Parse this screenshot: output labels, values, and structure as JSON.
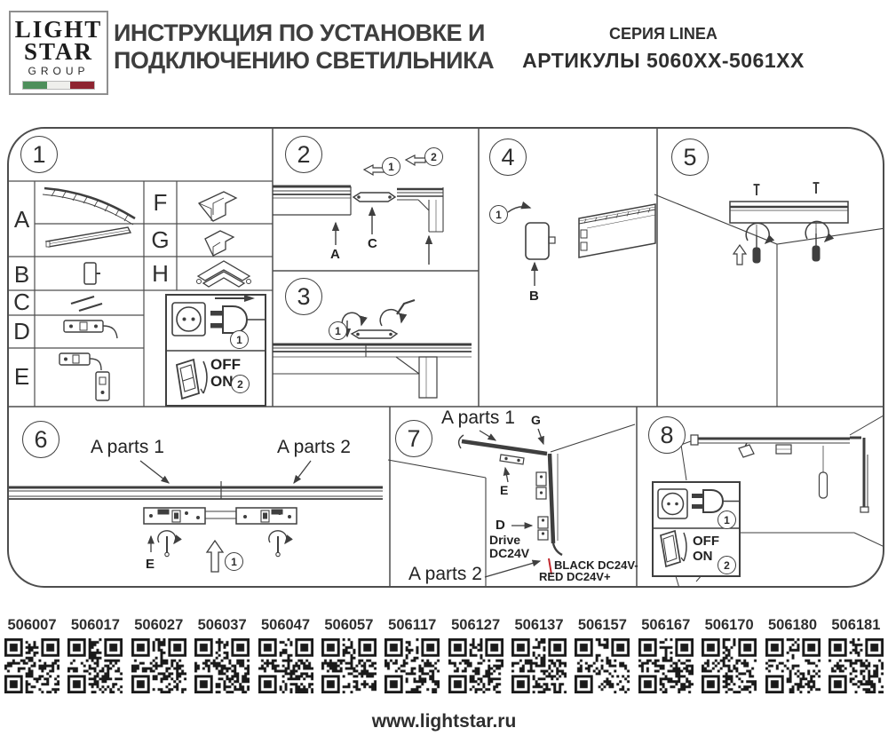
{
  "header": {
    "logo": {
      "word1": "LIGHT",
      "word2": "STAR",
      "word3": "GROUP"
    },
    "title_line1": "ИНСТРУКЦИЯ ПО УСТАНОВКЕ И",
    "title_line2": "ПОДКЛЮЧЕНИЮ СВЕТИЛЬНИКА",
    "series": "СЕРИЯ LINEA",
    "articles": "АРТИКУЛЫ 5060XX-5061XX"
  },
  "colors": {
    "ink": "#3f3f3f",
    "wire_red": "#c1272d",
    "flag_green": "#4e8f5b",
    "flag_white": "#efefec",
    "flag_red": "#8e2430"
  },
  "steps": {
    "p1": "1",
    "p2": "2",
    "p3": "3",
    "p4": "4",
    "p5": "5",
    "p6": "6",
    "p7": "7",
    "p8": "8"
  },
  "parts": {
    "a": "A",
    "b": "B",
    "c": "C",
    "d": "D",
    "e": "E",
    "f": "F",
    "g": "G",
    "h": "H"
  },
  "power_box": {
    "plug_step": "1",
    "switch_step": "2",
    "off": "OFF",
    "on": "ON"
  },
  "panel2": {
    "step1": "1",
    "step2": "2",
    "label_a": "A",
    "label_c": "C"
  },
  "panel3": {
    "step1": "1"
  },
  "panel4": {
    "step1": "1",
    "label_b": "B"
  },
  "panel6": {
    "a_parts_1": "A parts 1",
    "a_parts_2": "A parts 2",
    "label_e": "E",
    "step1": "1"
  },
  "panel7": {
    "a_parts_1": "A parts 1",
    "a_parts_2": "A parts 2",
    "label_g": "G",
    "label_e": "E",
    "label_d": "D",
    "drive_line1": "Drive",
    "drive_line2": "DC24V",
    "wire_black": "BLACK DC24V-",
    "wire_red": "RED DC24V+"
  },
  "footer": {
    "articles": [
      "506007",
      "506017",
      "506027",
      "506037",
      "506047",
      "506057",
      "506117",
      "506127",
      "506137",
      "506157",
      "506167",
      "506170",
      "506180",
      "506181"
    ],
    "website": "www.lightstar.ru"
  }
}
